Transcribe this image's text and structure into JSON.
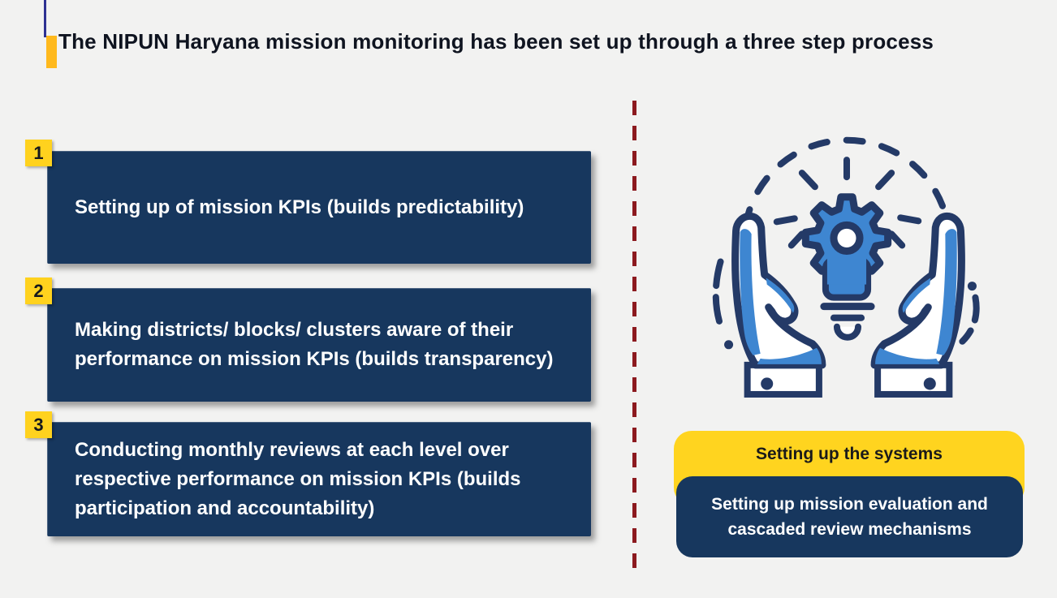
{
  "title": "The NIPUN Haryana mission monitoring has been set up through a three step process",
  "steps": [
    {
      "number": "1",
      "text": "Setting up of mission KPIs (builds predictability)"
    },
    {
      "number": "2",
      "text": "Making districts/ blocks/ clusters aware of their performance on mission KPIs (builds transparency)"
    },
    {
      "number": "3",
      "text": "Conducting monthly reviews at each level over respective performance on mission KPIs (builds participation and accountability)"
    }
  ],
  "right_panel": {
    "icon": "hands-holding-gear-lightbulb-icon",
    "header": "Setting up the systems",
    "body": "Setting up mission evaluation and cascaded review mechanisms"
  },
  "colors": {
    "background": "#F2F2F1",
    "navy_box": "#17375E",
    "badge_yellow": "#FFD21E",
    "callout_yellow": "#FFD41F",
    "title_accent_bar": "#FFB91D",
    "title_accent_line": "#2E3192",
    "dashed_divider_red": "#8C1A1F",
    "icon_blue": "#3E86D1",
    "icon_navy": "#243A67",
    "title_text": "#0F1420",
    "box_text": "#FFFFFF"
  }
}
